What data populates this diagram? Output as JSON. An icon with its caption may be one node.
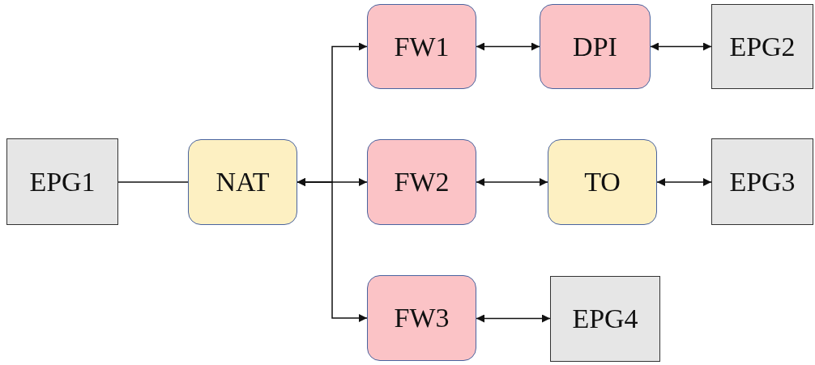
{
  "diagram": {
    "nodes": [
      {
        "text": [
          "EPG1"
        ]
      },
      {
        "text": [
          "NAT"
        ]
      },
      {
        "text": [
          "FW1"
        ]
      },
      {
        "text": [
          "DPI"
        ]
      },
      {
        "text": [
          "EPG2"
        ]
      },
      {
        "text": [
          "FW2"
        ]
      },
      {
        "text": [
          "TO"
        ]
      },
      {
        "text": [
          "EPG3"
        ]
      },
      {
        "text": [
          "FW3"
        ]
      },
      {
        "text": [
          "EPG4"
        ]
      }
    ],
    "edges": [
      {
        "from": 0,
        "to": 1,
        "arrow": "none"
      },
      {
        "from": 1,
        "to": 2,
        "arrow": "both"
      },
      {
        "from": 1,
        "to": 5,
        "arrow": "both"
      },
      {
        "from": 1,
        "to": 8,
        "arrow": "both"
      },
      {
        "from": 2,
        "to": 3,
        "arrow": "both"
      },
      {
        "from": 3,
        "to": 4,
        "arrow": "both"
      },
      {
        "from": 5,
        "to": 6,
        "arrow": "both"
      },
      {
        "from": 6,
        "to": 7,
        "arrow": "both"
      },
      {
        "from": 8,
        "to": 9,
        "arrow": "both"
      }
    ]
  }
}
